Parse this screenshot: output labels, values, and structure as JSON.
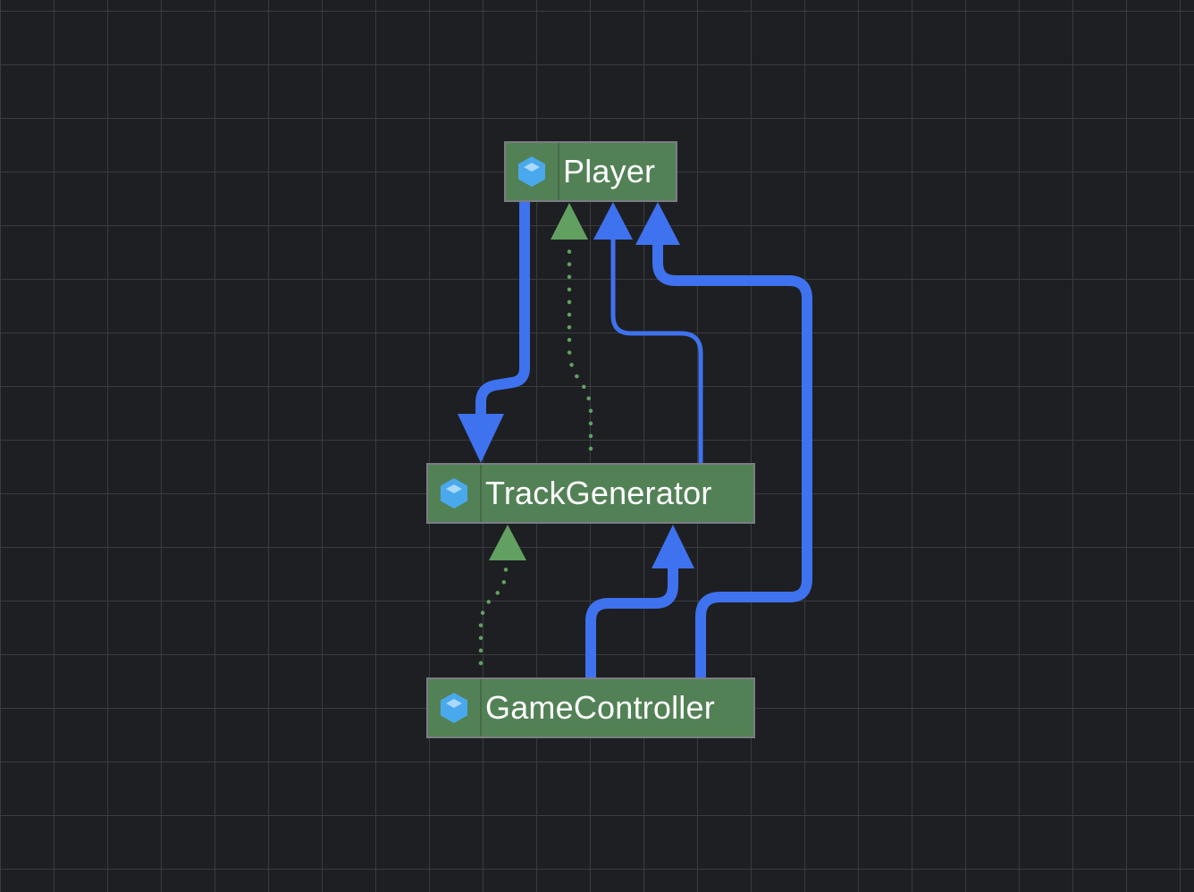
{
  "diagram": {
    "nodes": [
      {
        "id": "player",
        "label": "Player",
        "icon": "class-cube-icon"
      },
      {
        "id": "track",
        "label": "TrackGenerator",
        "icon": "class-cube-icon"
      },
      {
        "id": "game",
        "label": "GameController",
        "icon": "class-cube-icon"
      }
    ],
    "edges": [
      {
        "from": "player",
        "to": "track",
        "style": "solid-thick",
        "color": "#3f72ef"
      },
      {
        "from": "track",
        "to": "player",
        "style": "dotted",
        "color": "#62a062"
      },
      {
        "from": "track",
        "to": "player",
        "style": "solid-thin",
        "color": "#3f72ef"
      },
      {
        "from": "game",
        "to": "player",
        "style": "solid-thick",
        "color": "#3f72ef"
      },
      {
        "from": "game",
        "to": "track",
        "style": "dotted",
        "color": "#62a062"
      },
      {
        "from": "game",
        "to": "track",
        "style": "solid-thick",
        "color": "#3f72ef"
      }
    ]
  },
  "colors": {
    "background": "#1e1f22",
    "grid": "#393b40",
    "node_fill": "#538156",
    "node_border": "#7a7d82",
    "association_blue": "#3f72ef",
    "implementation_green": "#62a062",
    "icon_blue": "#4aa9ec"
  }
}
